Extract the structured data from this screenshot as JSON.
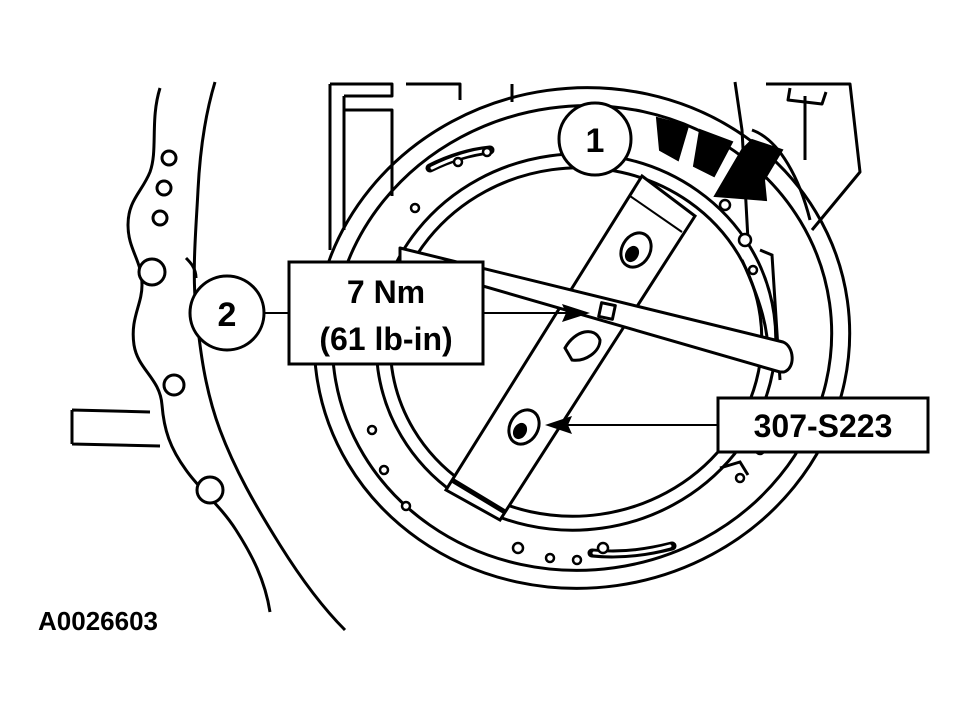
{
  "diagram": {
    "callouts": [
      {
        "id": "1",
        "label": "1"
      },
      {
        "id": "2",
        "label": "2"
      }
    ],
    "torque_spec": {
      "line1": "7 Nm",
      "line2": "(61 lb-in)"
    },
    "tool_label": "307-S223",
    "figure_id": "A0026603",
    "colors": {
      "ink": "#000000",
      "paper": "#ffffff"
    }
  }
}
